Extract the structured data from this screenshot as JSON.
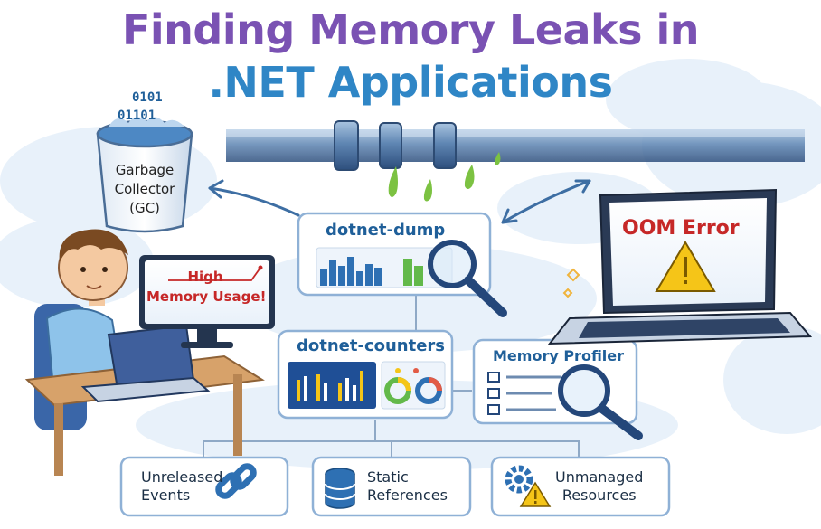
{
  "title": {
    "line1": "Finding Memory Leaks in",
    "line2": ".NET Applications"
  },
  "garbage_collector": {
    "label_line1": "Garbage",
    "label_line2": "Collector",
    "label_line3": "(GC)",
    "binary_line1": "0101",
    "binary_line2": "01101"
  },
  "monitor_alert": {
    "line1": "High",
    "line2": "Memory Usage!"
  },
  "tools": {
    "dump": "dotnet-dump",
    "counters": "dotnet-counters",
    "profiler": "Memory Profiler"
  },
  "error_laptop": {
    "message": "OOM Error"
  },
  "causes": [
    {
      "line1": "Unreleased",
      "line2": "Events",
      "icon": "chain-link-icon"
    },
    {
      "line1": "Static",
      "line2": "References",
      "icon": "database-icon"
    },
    {
      "line1": "Unmanaged",
      "line2": "Resources",
      "icon": "gear-warning-icon"
    }
  ],
  "colors": {
    "title_purple": "#7a52b3",
    "title_blue": "#2f86c6",
    "leak_green": "#7cc242",
    "error_red": "#c62828",
    "warning_yellow": "#f5c518"
  }
}
